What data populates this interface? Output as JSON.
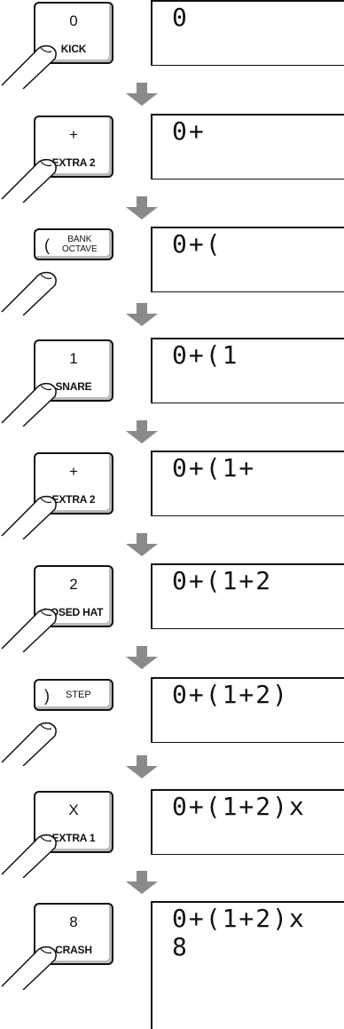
{
  "steps": [
    {
      "key_top": "0",
      "key_bottom": "KICK",
      "display": "0",
      "key_style": "full"
    },
    {
      "key_top": "+",
      "key_bottom": "EXTRA 2",
      "display": "0+",
      "key_style": "full"
    },
    {
      "key_paren": "(",
      "key_stack_1": "BANK",
      "key_stack_2": "OCTAVE",
      "display": "0+(",
      "key_style": "bank"
    },
    {
      "key_top": "1",
      "key_bottom": "SNARE",
      "display": "0+(1",
      "key_style": "full"
    },
    {
      "key_top": "+",
      "key_bottom": "EXTRA 2",
      "display": "0+(1+",
      "key_style": "full"
    },
    {
      "key_top": "2",
      "key_bottom": "LOSED HAT",
      "display": "0+(1+2",
      "key_style": "full"
    },
    {
      "key_paren": ")",
      "key_side": "STEP",
      "display": "0+(1+2)",
      "key_style": "step"
    },
    {
      "key_top": "X",
      "key_bottom": "EXTRA 1",
      "display": "0+(1+2)x",
      "key_style": "full"
    },
    {
      "key_top": "8",
      "key_bottom": "CRASH",
      "display": "0+(1+2)x\n8",
      "key_style": "full"
    }
  ],
  "colors": {
    "arrow": "#8a8a8a",
    "ink": "#111111"
  },
  "icons": {
    "finger": "finger-press-icon",
    "arrow": "arrow-down-icon"
  }
}
